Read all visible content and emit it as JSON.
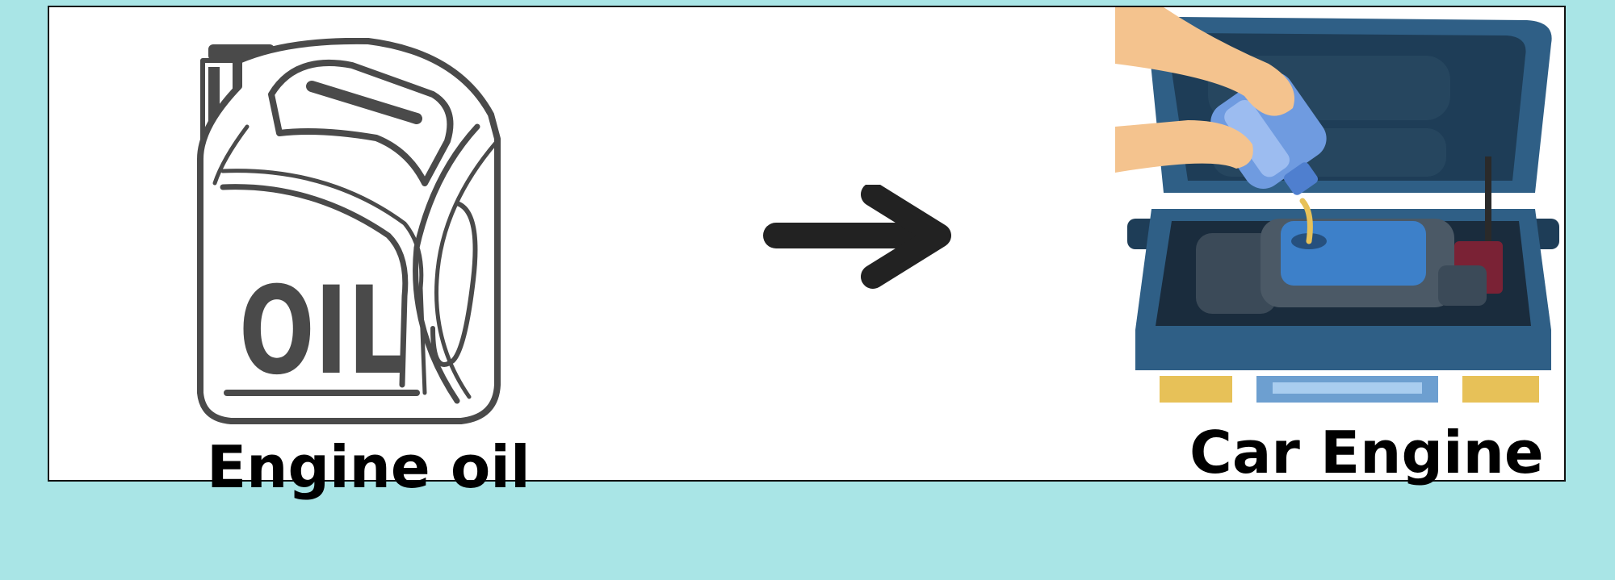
{
  "labels": {
    "engine_oil": "Engine oil",
    "car_engine": "Car Engine"
  },
  "oil_can": {
    "icon": "oil-can-icon",
    "text": "OIL",
    "color": "#4a4a4a"
  },
  "arrow": {
    "icon": "arrow-right-icon",
    "color": "#222222"
  },
  "engine": {
    "icon": "car-engine-pouring-oil-illustration",
    "body_color": "#2f5f86",
    "bottle_color": "#6f9be0",
    "oil_color": "#e7c158"
  },
  "colors": {
    "background": "#a9e5e6",
    "panel": "#ffffff"
  }
}
